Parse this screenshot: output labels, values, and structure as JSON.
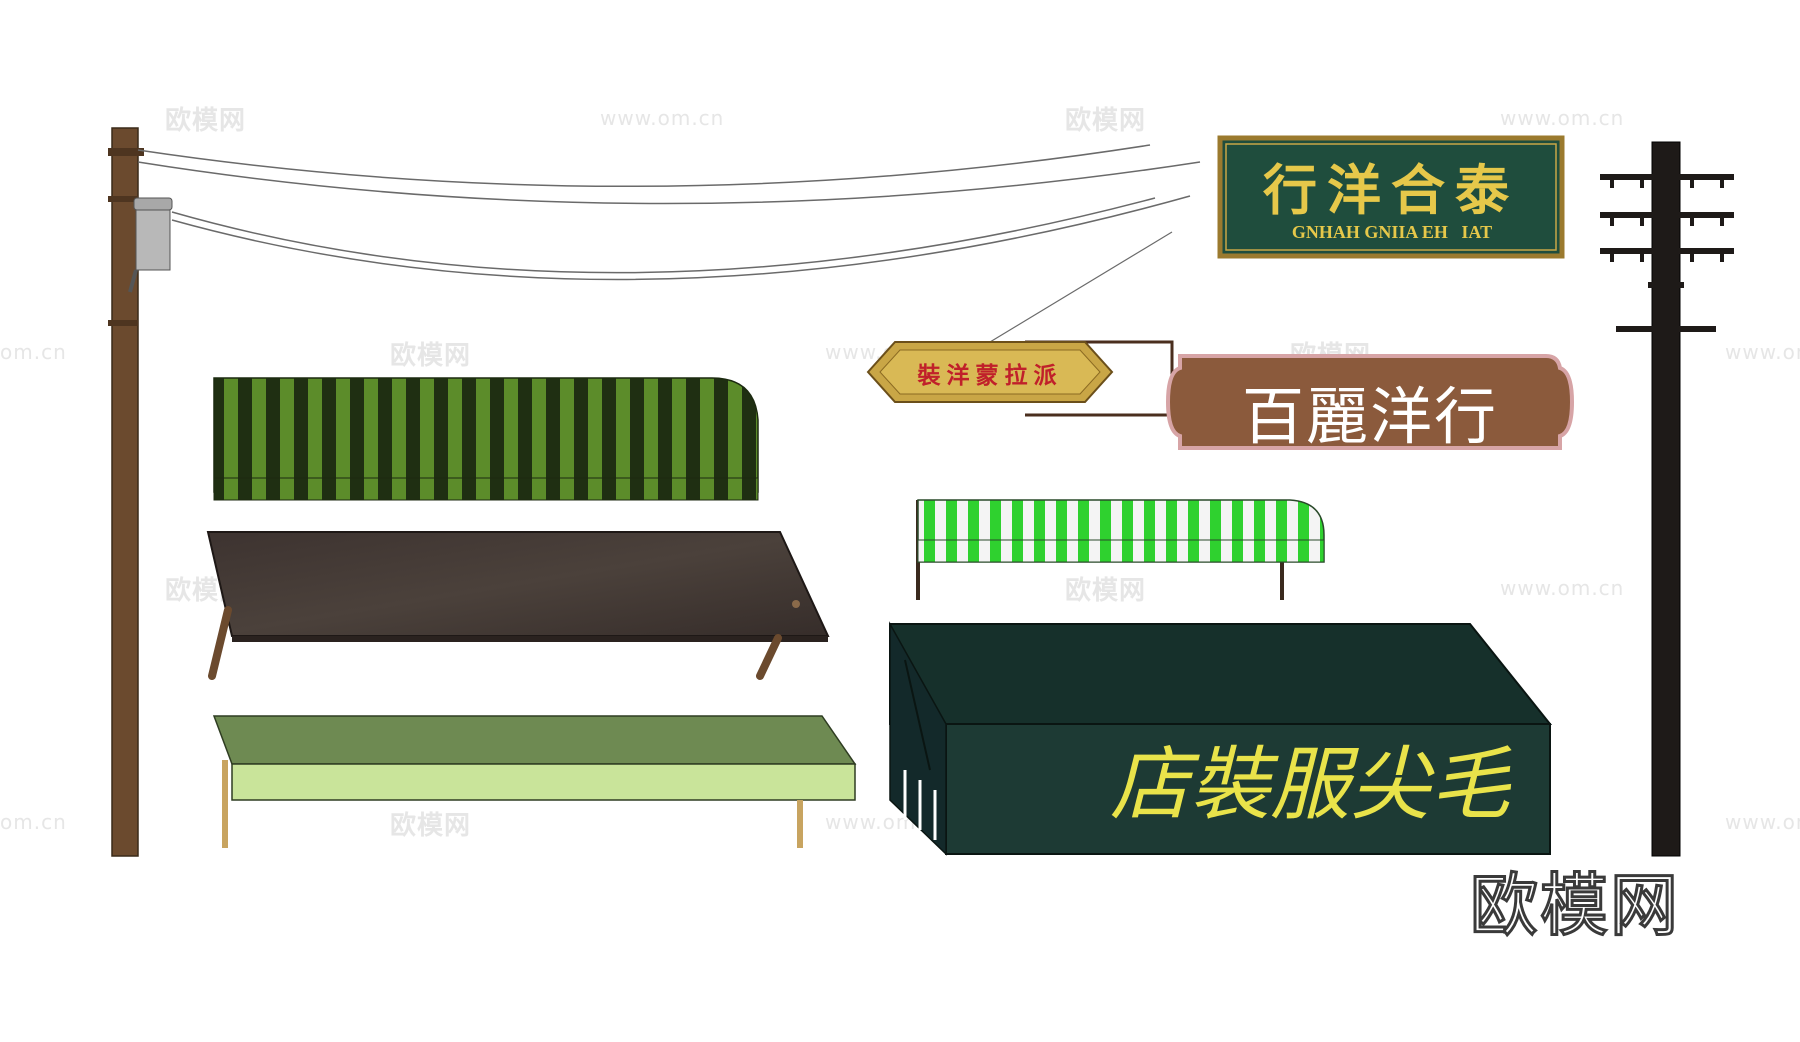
{
  "watermark": {
    "brand": "欧模网",
    "url": "www.om.cn",
    "url_short": "om.cn"
  },
  "signs": {
    "green_board_cn": "行洋合泰",
    "green_board_en": "GNHAH GNIIA EH   IAT",
    "ribbon_sign": "裝洋蒙拉派",
    "brown_board": "百麗洋行",
    "awning_store": "店裝服尖毛"
  },
  "colors": {
    "green_board": "#1f4d3d",
    "gold": "#e6c84a",
    "brown_board": "#8b5a3c",
    "dark_awning": "#1d3a34",
    "awning_green": "#4a7a22",
    "light_green": "#c9e49a"
  }
}
